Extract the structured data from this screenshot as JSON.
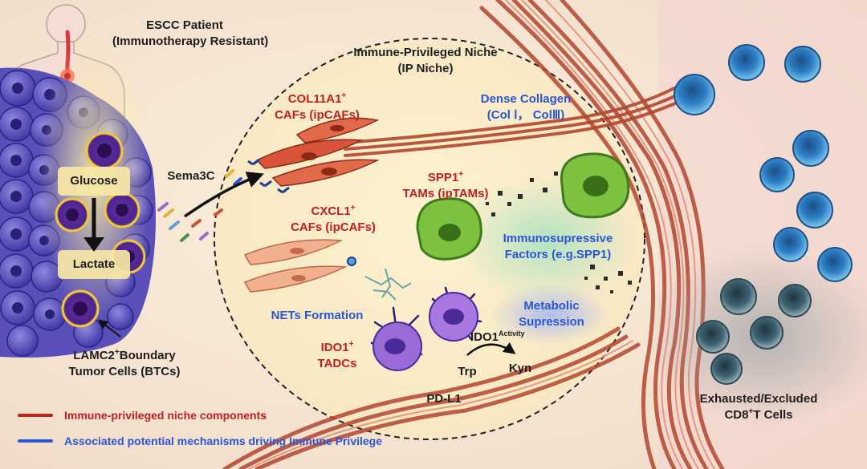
{
  "patient": {
    "line1": "ESCC Patient",
    "line2": "(Immunotherapy Resistant)"
  },
  "niche": {
    "line1": "Immune-Privileged Niche",
    "line2": "(IP Niche)"
  },
  "col11a1": {
    "gene": "COL11A1",
    "sup": "+",
    "line2": "CAFs (ipCAFs)"
  },
  "collagen": {
    "line1": "Dense Collagen",
    "line2": "(Col Ⅰ， ColⅢ)"
  },
  "sema3c": "Sema3C",
  "glucose": "Glucose",
  "lactate": "Lactate",
  "spp1": {
    "gene": "SPP1",
    "sup": "+",
    "line2": "TAMs (ipTAMs)"
  },
  "cxcl1": {
    "gene": "CXCL1",
    "sup": "+",
    "line2": "CAFs (ipCAFs)"
  },
  "immunosup": {
    "line1": "Immunosupressive",
    "line2": "Factors (e.g.SPP1)"
  },
  "nets": "NETs Formation",
  "metabolic": {
    "line1": "Metabolic",
    "line2": "Supression"
  },
  "btc": {
    "pre": "LAMC2",
    "sup": "+",
    "post": "Boundary",
    "line2": "Tumor Cells (BTCs)"
  },
  "ido1": {
    "gene": "IDO1",
    "sup": "+",
    "line2": "TADCs"
  },
  "ido1_activity": {
    "gene": "IDO1",
    "sup": "Activity"
  },
  "trp": "Trp",
  "kyn": "Kyn",
  "pdl1": "PD-L1",
  "tcells": {
    "line1": "Exhausted/Excluded",
    "pre": "CD8",
    "sup": "+",
    "post": "T Cells"
  },
  "legend": [
    {
      "label": "Immune-privileged niche components",
      "color": "#c0211f"
    },
    {
      "label": "Associated potential mechanisms driving Immune Privilege",
      "color": "#2b56d6"
    }
  ],
  "colors": {
    "red": "#c0211f",
    "blue": "#2b56d6",
    "tumor": "#4b3fa8",
    "macrophage": "#7cc23f",
    "dc": "#8a5ad0",
    "tcell": "#4aa6dc",
    "fiber": "#b4462e"
  }
}
